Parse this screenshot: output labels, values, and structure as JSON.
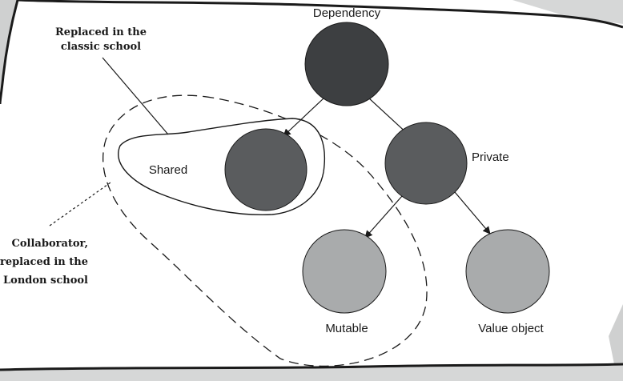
{
  "diagram": {
    "nodes": {
      "dependency": {
        "label": "Dependency",
        "fill": "#3d3f41"
      },
      "shared": {
        "label": "Shared",
        "fill": "#5a5c5e"
      },
      "private": {
        "label": "Private",
        "fill": "#5a5c5e"
      },
      "mutable": {
        "label": "Mutable",
        "fill": "#a9abac"
      },
      "value_object": {
        "label": "Value object",
        "fill": "#a9abac"
      }
    },
    "callouts": {
      "classic": {
        "line1": "Replaced in the",
        "line2": "classic school"
      },
      "london": {
        "line1": "Collaborator,",
        "line2": "replaced in the",
        "line3": "London school"
      }
    }
  }
}
